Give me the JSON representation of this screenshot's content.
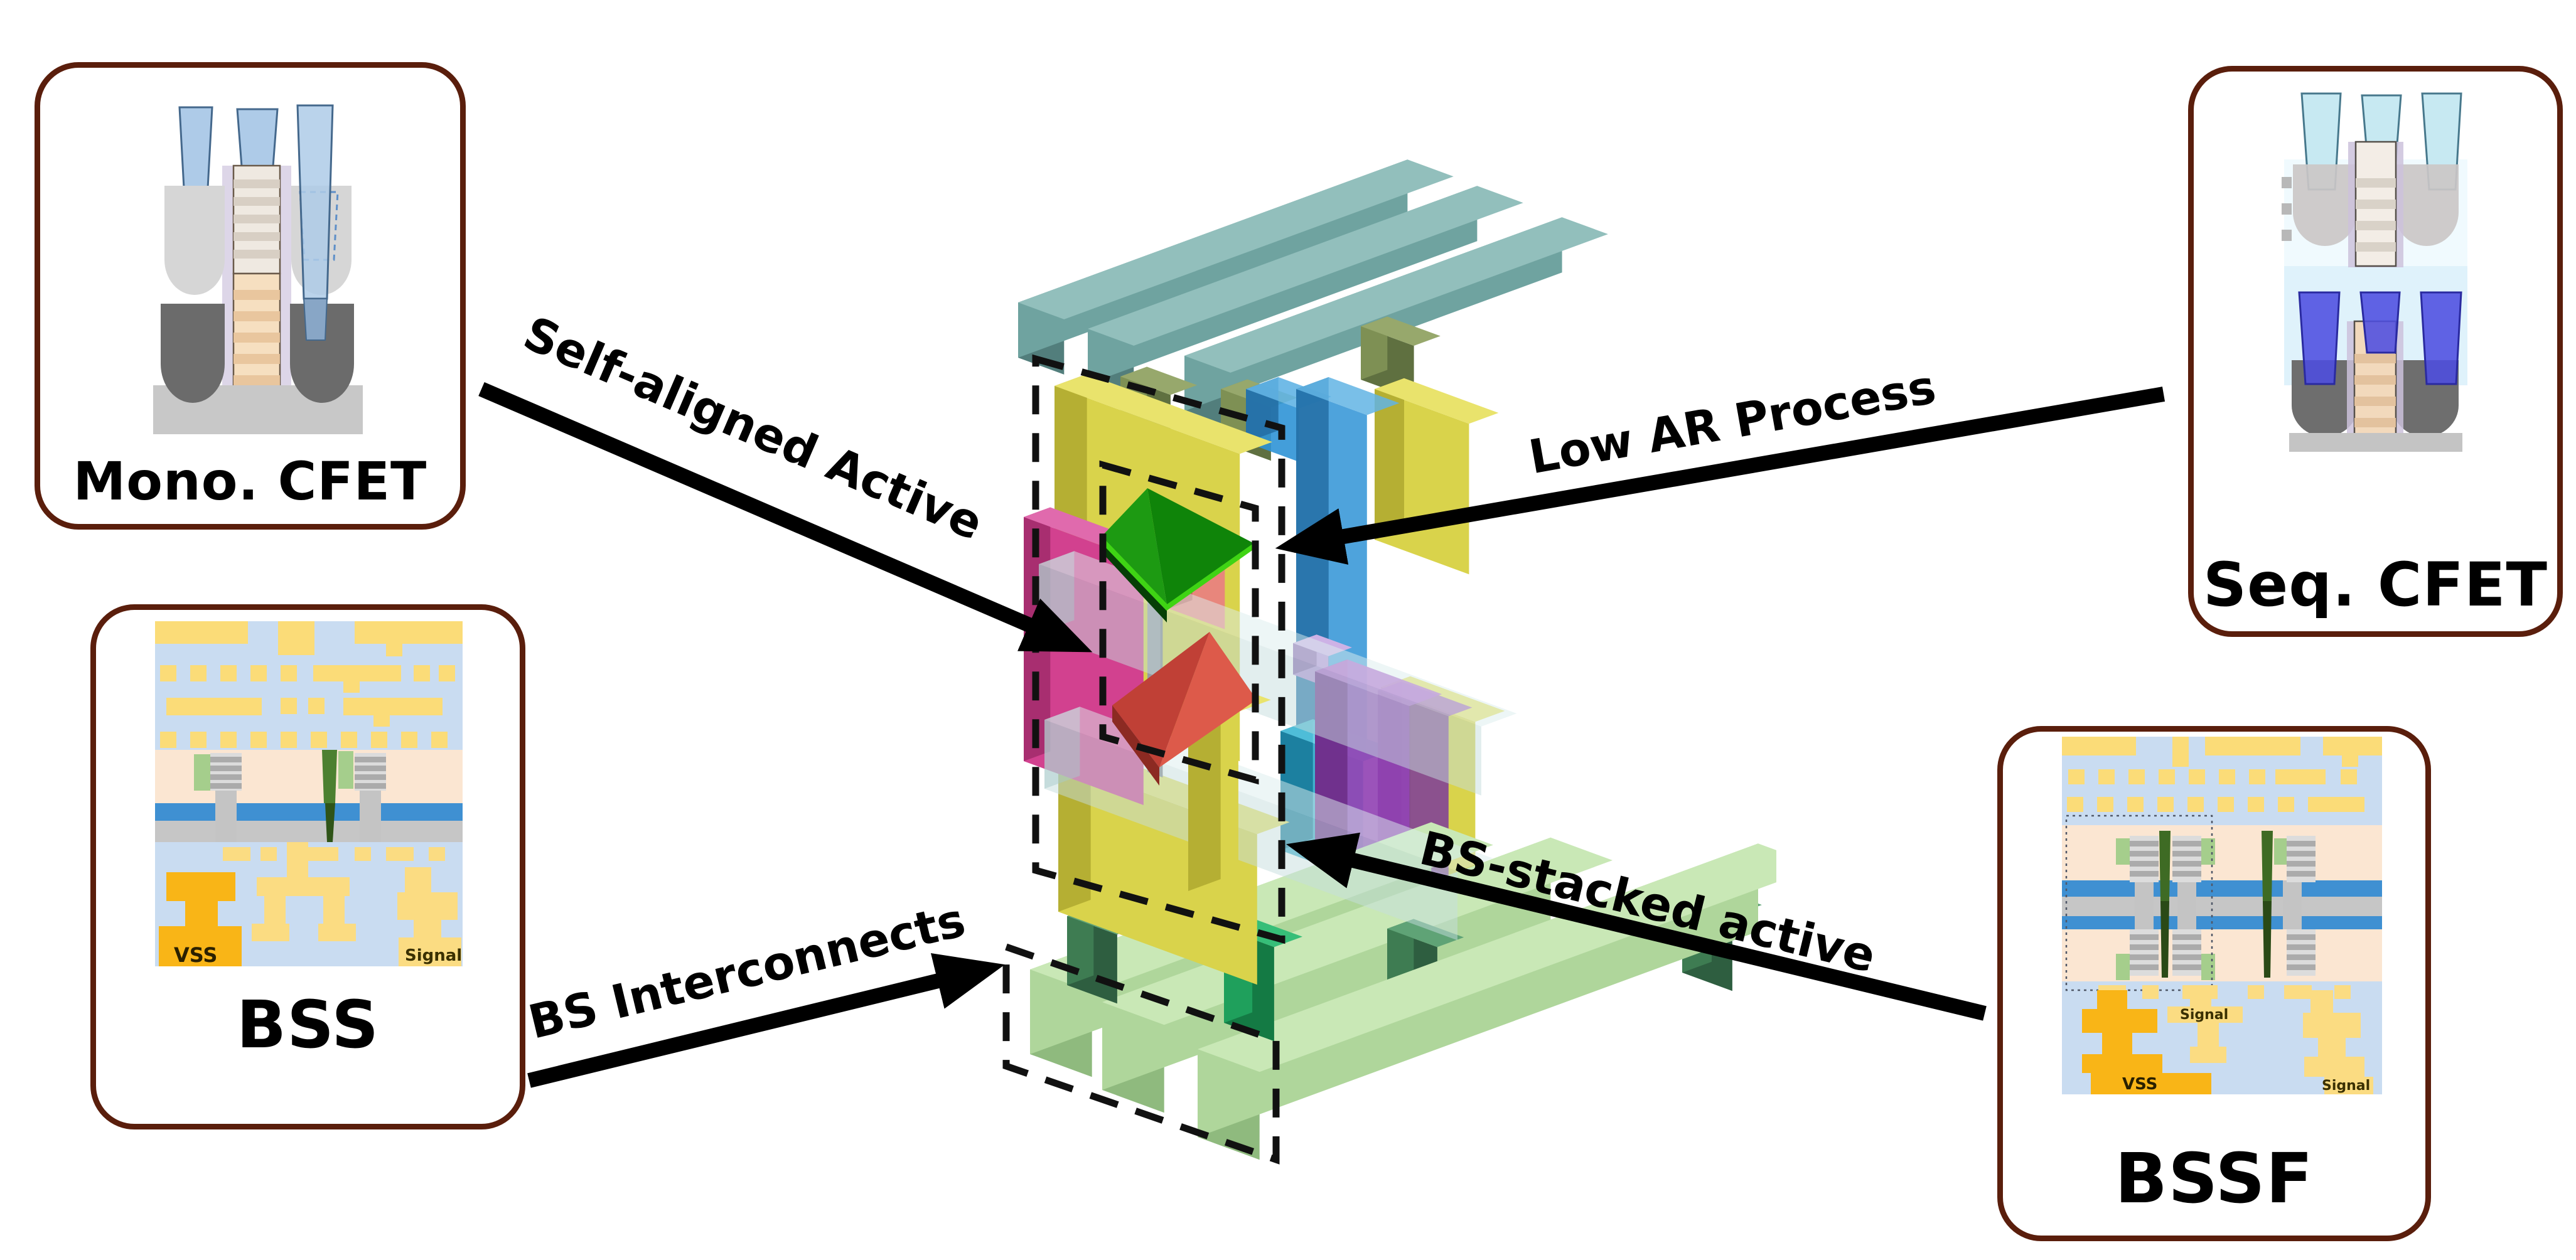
{
  "figure": {
    "boxes": {
      "mono_cfet": {
        "label": "Mono. CFET"
      },
      "bss": {
        "label": "BSS",
        "vss_label": "VSS",
        "signal_label": "Signal"
      },
      "seq_cfet": {
        "label": "Seq. CFET"
      },
      "bssf": {
        "label": "BSSF",
        "vss_label": "VSS",
        "signal_mid_label": "Signal",
        "signal_right_label": "Signal"
      }
    },
    "annotations": {
      "self_aligned": {
        "label": "Self-aligned Active"
      },
      "low_ar": {
        "label": "Low AR Process"
      },
      "bs_interconnects": {
        "label": "BS Interconnects"
      },
      "bs_stacked": {
        "label": "BS-stacked active"
      }
    },
    "palette": {
      "box_border": "#5A1E0C",
      "arrow_black": "#000000",
      "bg_blue": "#C9DCF1",
      "beol_yellow": "#FBDC78",
      "gold": "#F9B517",
      "light_yellow": "#FBDC82",
      "peach": "#FBE6D2",
      "band_blue": "#3F90D2",
      "band_gray": "#C6C6C6",
      "cap_green": "#A5CE8C",
      "via_green": "#4C8030",
      "via_green_dark": "#2F5418",
      "contact_blue": "#AECBE8",
      "contact_blue_stroke": "#44688C",
      "contact_cyan": "#C7E9F2",
      "contact_indigo": "#4D4DE0",
      "epi_gray_light": "#D6D6D6",
      "epi_gray_dark": "#6B6B6B",
      "substrate_gray": "#C8C8C8",
      "stripe_gray": "#ABABAB",
      "diamond_green_light": "#1D9A12",
      "diamond_green_dark": "#0F8409",
      "diamond_green_edge": "#3FD414",
      "diamond_green_under": "#063F06",
      "diamond_red_light": "#DD5A4A",
      "diamond_red_dark": "#C04036",
      "diamond_red_under": "#8C2A22",
      "iso": {
        "teal": {
          "a": "#6FA3A0",
          "b": "#527E7C",
          "t": "#92BFBC"
        },
        "yellow": {
          "a": "#B5AF33",
          "b": "#D9D34B",
          "t": "#E9E36C"
        },
        "pink": {
          "a": "#A82E70",
          "b": "#D2418F",
          "t": "#E06AAD"
        },
        "green_bar": {
          "a": "#AFD69B",
          "b": "#8FBA7E",
          "t": "#C9E8B6"
        },
        "via_dark": {
          "a": "#3E7C52",
          "b": "#2E5E40",
          "t": "#5FA376"
        },
        "via_bright": {
          "a": "#1FA05C",
          "b": "#147A44",
          "t": "#36BE78"
        },
        "olive": {
          "a": "#7E9054",
          "b": "#5F7040",
          "t": "#97A86C"
        },
        "blue": {
          "a": "#256FA5",
          "b": "#2F93D6",
          "t": "#62B4E4"
        },
        "cyan": {
          "a": "#157898",
          "b": "#21A2C6",
          "t": "#52C6E0"
        },
        "purple": {
          "a": "#6E2F8A",
          "b": "#9344B4",
          "t": "#B268CE"
        },
        "purple_back": {
          "a": "#5C2874",
          "b": "#7C3A9A",
          "t": "#9C5EBC"
        },
        "lavender": {
          "a": "#8E6DB0",
          "b": "#B492D6",
          "t": "#CDB2E6"
        },
        "pale_bar": {
          "a": "#A8CACA",
          "b": "#C6DEDE",
          "t": "#DCEDED"
        },
        "gray_pillar": {
          "a": "#9A9AA2",
          "b": "#84848C",
          "t": "#B0B0B8"
        },
        "salmon": {
          "a": "#C2625A",
          "b": "#E8867C",
          "t": "#F0A098"
        }
      }
    }
  }
}
